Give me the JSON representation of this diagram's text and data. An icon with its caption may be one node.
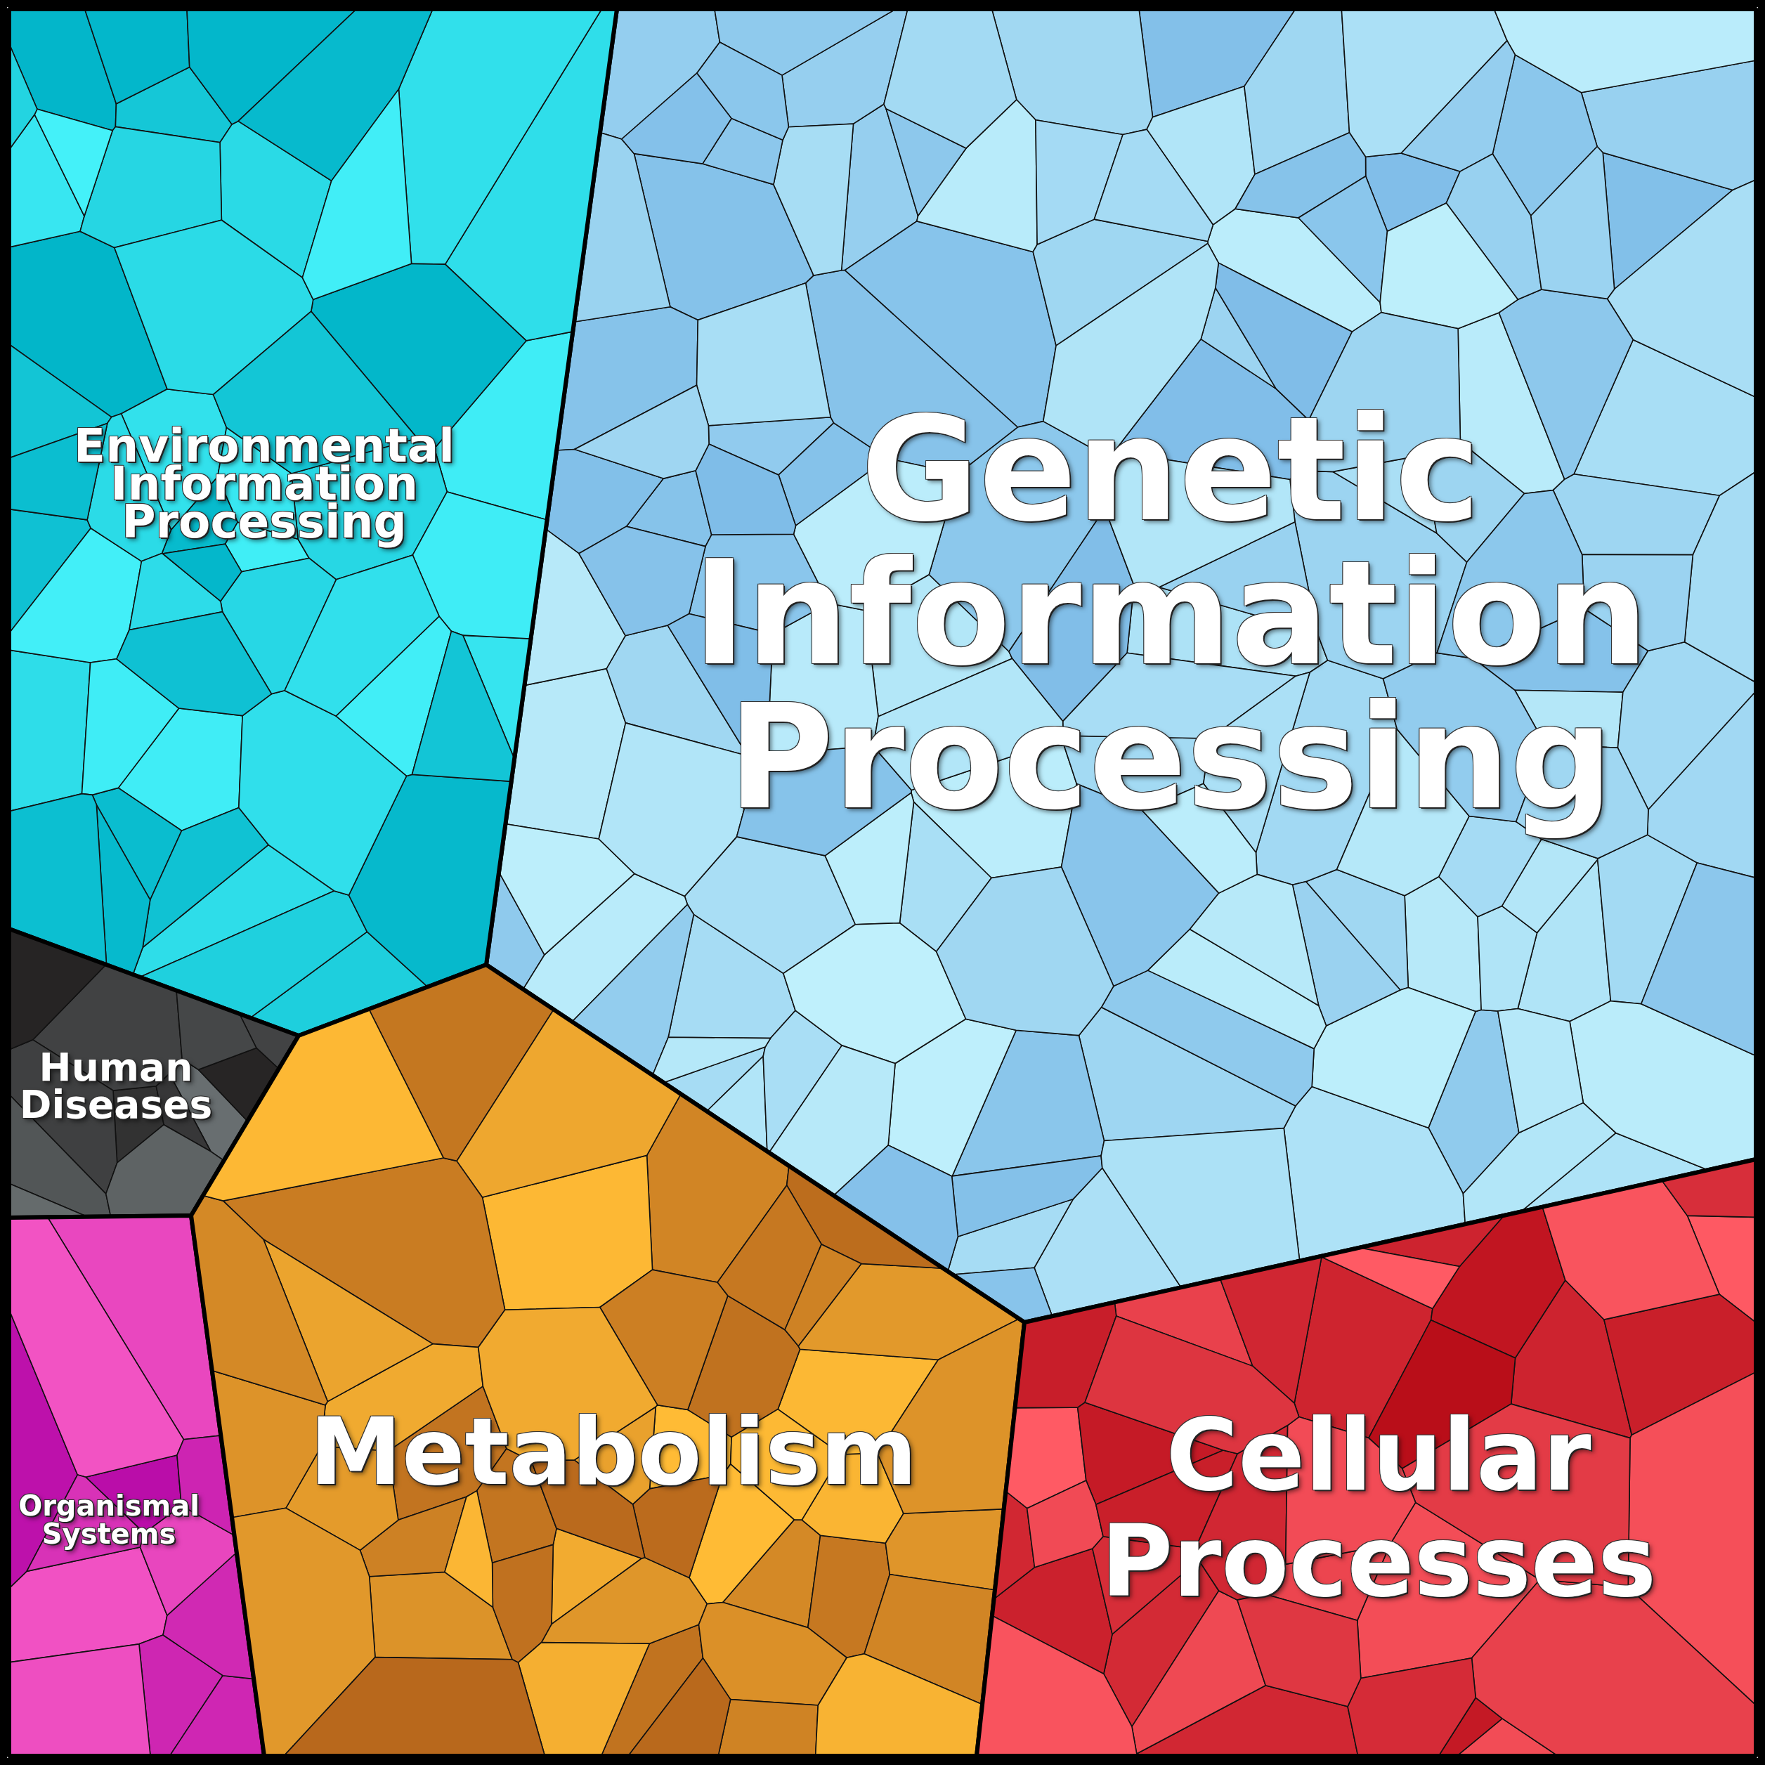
{
  "diagram": {
    "nodes": [
      {
        "text": [
          "Genetic Information Processing"
        ]
      },
      {
        "text": [
          "Environmental Information Processing"
        ]
      },
      {
        "text": [
          "Human Diseases"
        ]
      },
      {
        "text": [
          "Organismal Systems"
        ]
      },
      {
        "text": [
          "Metabolism"
        ]
      },
      {
        "text": [
          "Cellular Processes"
        ]
      }
    ]
  }
}
